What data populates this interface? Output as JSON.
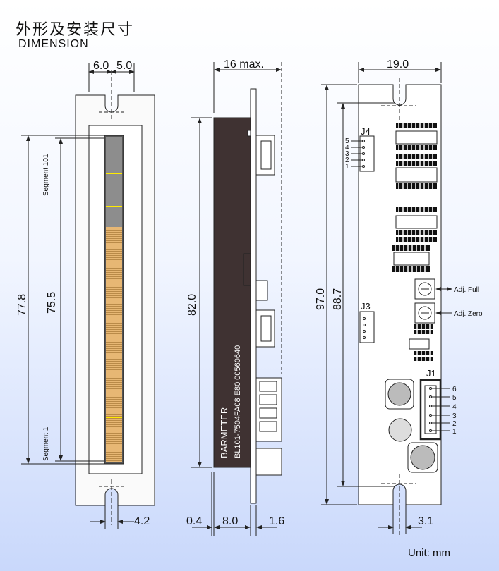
{
  "title": {
    "cn": "外形及安装尺寸",
    "en": "DIMENSION"
  },
  "front": {
    "w1": "6.0",
    "w2": "5.0",
    "h_outer": "77.8",
    "h_inner": "75.5",
    "bottom": "4.2",
    "seg_top": "Segment 101",
    "seg_bottom": "Segment 1"
  },
  "side": {
    "width": "16 max.",
    "height": "82.0",
    "b1": "0.4",
    "b2": "8.0",
    "b3": "1.6",
    "label1": "BARMETER",
    "label2": "BL101-7504FA08  E80 00560640"
  },
  "back": {
    "width": "19.0",
    "h1": "97.0",
    "h2": "88.7",
    "bottom": "3.1",
    "j4": "J4",
    "j3": "J3",
    "j1": "J1",
    "j4_pins": [
      "5",
      "4",
      "3",
      "2",
      "1"
    ],
    "j1_pins": [
      "6",
      "5",
      "4",
      "3",
      "2",
      "1"
    ],
    "adj_full": "Adj. Full",
    "adj_zero": "Adj. Zero"
  },
  "unit": "Unit: mm"
}
